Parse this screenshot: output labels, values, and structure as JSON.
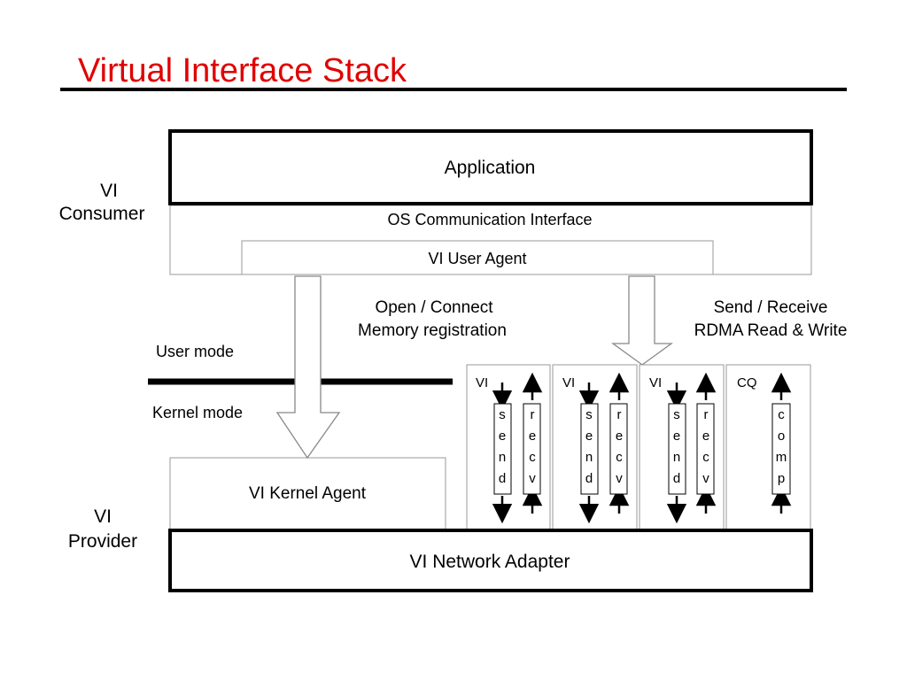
{
  "slide": {
    "title": "Virtual Interface Stack",
    "title_color": "#e00000"
  },
  "diagram": {
    "consumer_label": [
      "VI",
      "Consumer"
    ],
    "provider_label": [
      "VI",
      "Provider"
    ],
    "user_mode": "User mode",
    "kernel_mode": "Kernel mode",
    "application": "Application",
    "os_comm_interface": "OS Communication Interface",
    "user_agent": "VI User Agent",
    "kernel_agent": "VI Kernel Agent",
    "network_adapter": "VI Network Adapter",
    "control_path_label": [
      "Open / Connect",
      "Memory registration"
    ],
    "data_path_label": [
      "Send / Receive",
      "RDMA Read & Write"
    ],
    "vi_instances": [
      {
        "label": "VI",
        "send_letters": [
          "s",
          "e",
          "n",
          "d"
        ],
        "recv_letters": [
          "r",
          "e",
          "c",
          "v"
        ]
      },
      {
        "label": "VI",
        "send_letters": [
          "s",
          "e",
          "n",
          "d"
        ],
        "recv_letters": [
          "r",
          "e",
          "c",
          "v"
        ]
      },
      {
        "label": "VI",
        "send_letters": [
          "s",
          "e",
          "n",
          "d"
        ],
        "recv_letters": [
          "r",
          "e",
          "c",
          "v"
        ]
      }
    ],
    "completion_queue": {
      "label": "CQ",
      "comp_letters": [
        "c",
        "o",
        "m",
        "p"
      ]
    }
  }
}
